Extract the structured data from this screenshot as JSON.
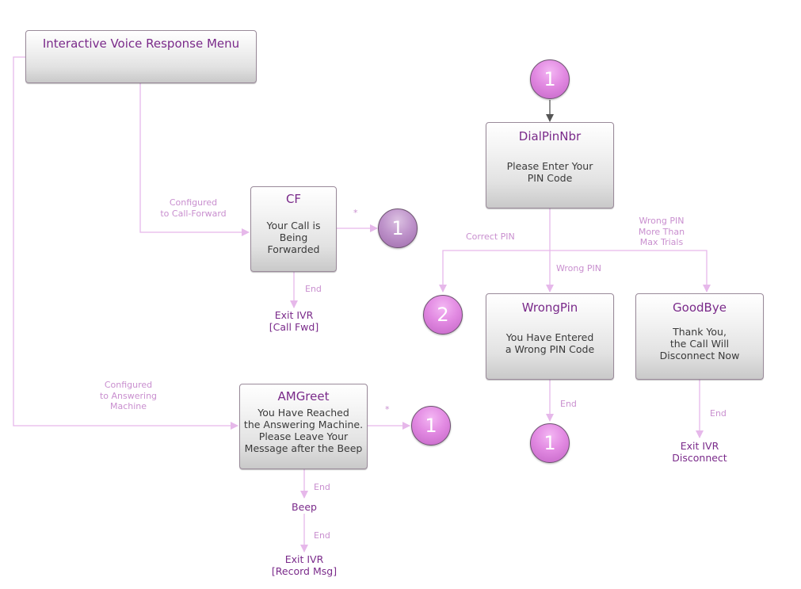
{
  "diagram": {
    "title": "Interactive Voice Response Menu",
    "colors": {
      "connector": "#e6b8ea",
      "title_text": "#7a2a8a",
      "label_text": "#c98fcf",
      "bubble_pink": "#e28ae2",
      "bubble_muted": "#bf94cb",
      "dark_arrow": "#555555"
    },
    "nodes": {
      "root": {
        "title": "Interactive Voice Response Menu"
      },
      "cf": {
        "title": "CF",
        "body": [
          "Your Call is",
          "Being",
          "Forwarded"
        ]
      },
      "amgreet": {
        "title": "AMGreet",
        "body": [
          "You Have Reached",
          "the Answering Machine.",
          "Please Leave Your",
          "Message after the Beep"
        ]
      },
      "dialpin": {
        "title": "DialPinNbr",
        "body": [
          "Please Enter Your",
          "PIN Code"
        ]
      },
      "wrongpin": {
        "title": "WrongPin",
        "body": [
          "You Have Entered",
          "a Wrong PIN Code"
        ]
      },
      "goodbye": {
        "title": "GoodBye",
        "body": [
          "Thank You,",
          "the Call Will",
          "Disconnect Now"
        ]
      }
    },
    "connectors": {
      "cf_bubble": "1",
      "am_bubble": "1",
      "top_bubble": "1",
      "correct_bubble": "2",
      "wrong_end_bubble": "1"
    },
    "terminals": {
      "cf_exit": [
        "Exit IVR",
        "[Call Fwd]"
      ],
      "beep": [
        "Beep"
      ],
      "am_exit": [
        "Exit IVR",
        "[Record Msg]"
      ],
      "goodbye_exit": [
        "Exit IVR",
        "Disconnect"
      ]
    },
    "edge_labels": {
      "to_cf": [
        "Configured",
        "to Call-Forward"
      ],
      "to_am": [
        "Configured",
        "to Answering",
        "Machine"
      ],
      "cf_star": "*",
      "am_star": "*",
      "cf_end": "End",
      "am_end": "End",
      "beep_end": "End",
      "correct_pin": "Correct PIN",
      "wrong_pin": "Wrong PIN",
      "wrong_pin_max": [
        "Wrong PIN",
        "More Than",
        "Max Trials"
      ],
      "wrongpin_end": "End",
      "goodbye_end": "End"
    }
  }
}
